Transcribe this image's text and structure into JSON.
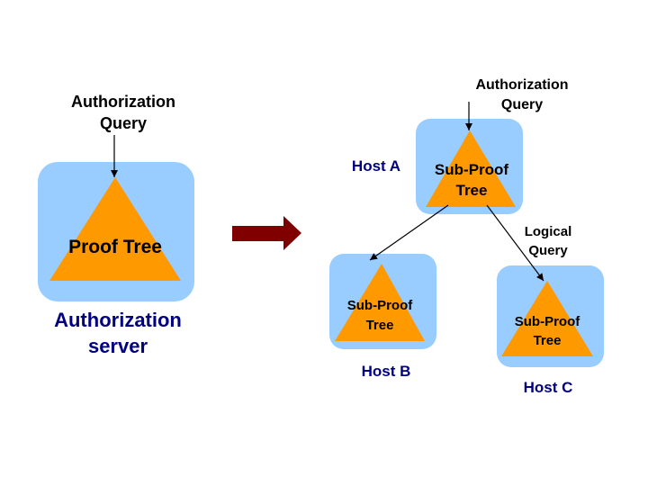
{
  "colors": {
    "box_fill": "#99ccff",
    "triangle_fill": "#ff9900",
    "arrow_fill": "#800000",
    "host_label": "#000080",
    "text": "#000000",
    "line": "#000000"
  },
  "left": {
    "query_lines": [
      "Authorization",
      "Query"
    ],
    "tree_label": "Proof Tree",
    "server_lines": [
      "Authorization",
      "server"
    ]
  },
  "right": {
    "query_lines": [
      "Authorization",
      "Query"
    ],
    "logical_query_lines": [
      "Logical",
      "Query"
    ],
    "host_a": {
      "label": "Host A",
      "tree_lines": [
        "Sub-Proof",
        "Tree"
      ]
    },
    "host_b": {
      "label": "Host B",
      "tree_lines": [
        "Sub-Proof",
        "Tree"
      ]
    },
    "host_c": {
      "label": "Host C",
      "tree_lines": [
        "Sub-Proof",
        "Tree"
      ]
    }
  }
}
